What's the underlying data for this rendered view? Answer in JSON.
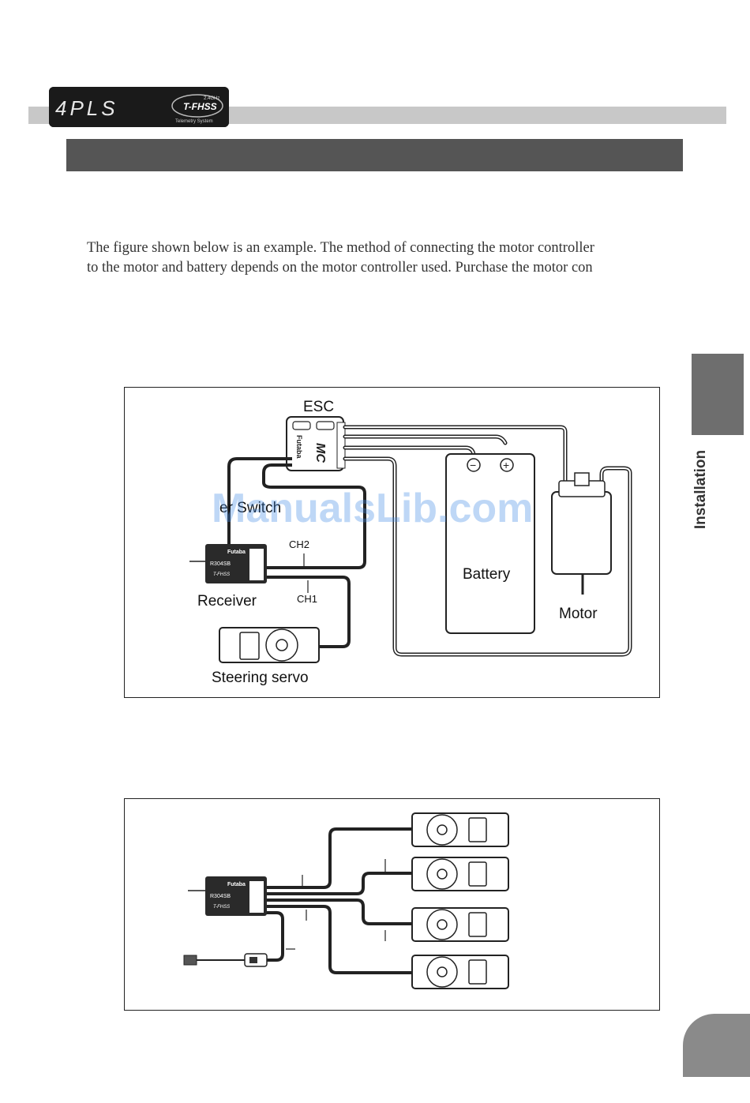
{
  "header": {
    "logo_text": "4PLS",
    "logo_badge": "T-FHSS",
    "logo_badge_band": "2.4GHz",
    "logo_subtitle": "Telemetry System"
  },
  "section": {
    "title": ""
  },
  "intro": {
    "line1": "The figure shown below is an example. The method of connecting the motor controller",
    "line2": "to the motor and battery depends on the motor controller used. Purchase the motor con"
  },
  "side_tab": {
    "label": "Installation"
  },
  "figure1": {
    "esc_label": "ESC",
    "esc_brand": "Futaba",
    "esc_mark": "MC",
    "switch_label": "er Switch",
    "battery_label": "Battery",
    "battery_minus": "−",
    "battery_plus": "+",
    "motor_label": "Motor",
    "receiver_label": "Receiver",
    "receiver_brand": "Futaba",
    "receiver_model": "R304SB",
    "receiver_badge": "T-FHSS",
    "ch2_label": "CH2",
    "ch1_label": "CH1",
    "servo_label": "Steering servo"
  },
  "figure2": {
    "receiver_brand": "Futaba",
    "receiver_model": "R304SB",
    "receiver_badge": "T-FHSS"
  },
  "watermark": "ManualsLib.com"
}
